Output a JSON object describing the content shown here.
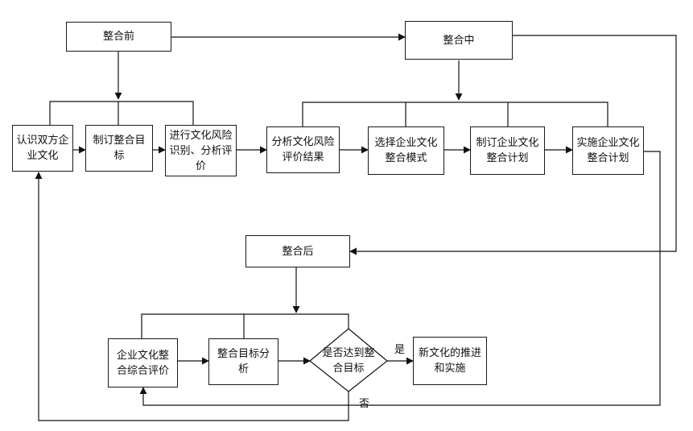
{
  "nodes": {
    "before": "整合前",
    "during": "整合中",
    "after": "整合后",
    "recognize": "认识双方企业文化",
    "goal": "制订整合目标",
    "risk_identify": "进行文化风险识别、分析评价",
    "analyze_result": "分析文化风险评价结果",
    "select_mode": "选择企业文化整合模式",
    "make_plan": "制订企业文化整合计划",
    "implement": "实施企业文化整合计划",
    "comprehensive_eval": "企业文化整合综合评价",
    "goal_analysis": "整合目标分析",
    "decision": "是否达到整合目标",
    "new_culture": "新文化的推进和实施"
  },
  "edge_labels": {
    "yes": "是",
    "no": "否"
  }
}
